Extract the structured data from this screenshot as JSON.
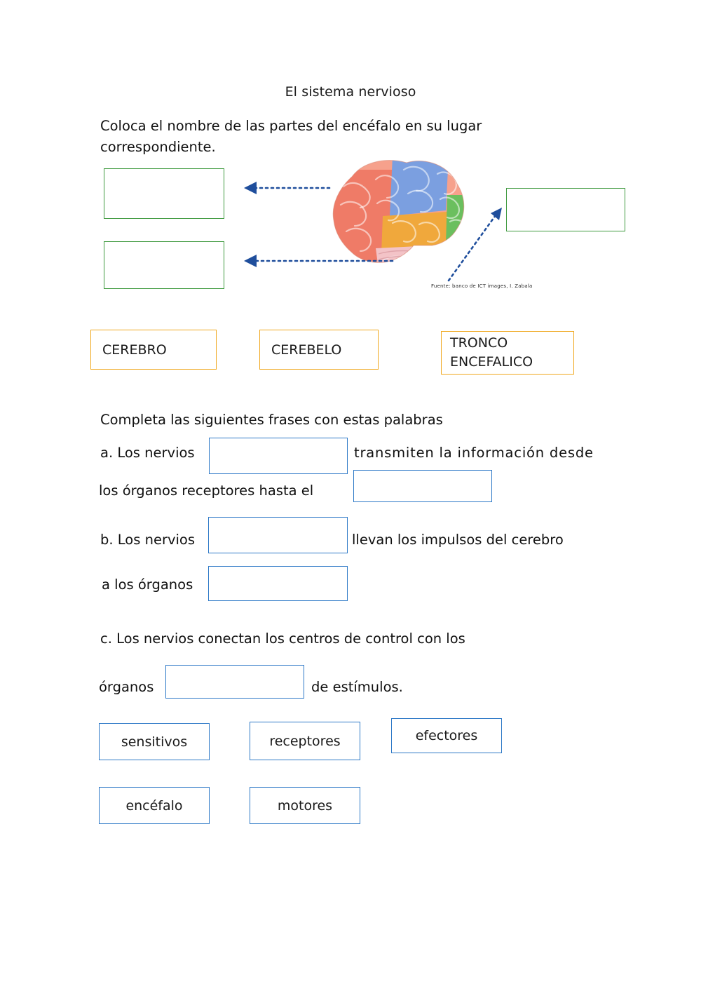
{
  "document": {
    "title": "El sistema nervioso"
  },
  "section1": {
    "instruction_line1": "Coloca el nombre de las partes del encéfalo en su lugar",
    "instruction_line2": "correspondiente.",
    "drop_boxes": [
      {
        "id": "top-left",
        "value": ""
      },
      {
        "id": "bottom-left",
        "value": ""
      },
      {
        "id": "right",
        "value": ""
      }
    ],
    "word_bank": [
      {
        "label": "CEREBRO"
      },
      {
        "label": "CEREBELO"
      },
      {
        "label_line1": "TRONCO",
        "label_line2": "ENCEFALICO"
      }
    ],
    "image_credit": "Fuente: banco de ICT images, I. Zabala"
  },
  "section2": {
    "instruction": "Completa las siguientes frases con estas palabras",
    "sentences": {
      "a_part1": "a. Los nervios",
      "a_part2": "transmiten la información desde",
      "a_part3": "los órganos receptores hasta el",
      "b_part1": "b. Los nervios",
      "b_part2": "llevan los impulsos del cerebro",
      "b_part3": " a los órganos",
      "c_part1": "c. Los nervios conectan los centros de control con los",
      "c_part2": "órganos",
      "c_part3": "de estímulos."
    },
    "blanks": [
      {
        "id": "a1",
        "value": ""
      },
      {
        "id": "a2",
        "value": ""
      },
      {
        "id": "b1",
        "value": ""
      },
      {
        "id": "b2",
        "value": ""
      },
      {
        "id": "c1",
        "value": ""
      }
    ],
    "word_bank": [
      {
        "label": "sensitivos"
      },
      {
        "label": "receptores"
      },
      {
        "label": "efectores"
      },
      {
        "label": "encéfalo"
      },
      {
        "label": "motores"
      }
    ]
  },
  "colors": {
    "green_box_border": "#3f9a3f",
    "orange_box_border": "#f0a81e",
    "blue_box_border": "#2e79c7",
    "arrow": "#1f4e9c",
    "text": "#111111"
  }
}
